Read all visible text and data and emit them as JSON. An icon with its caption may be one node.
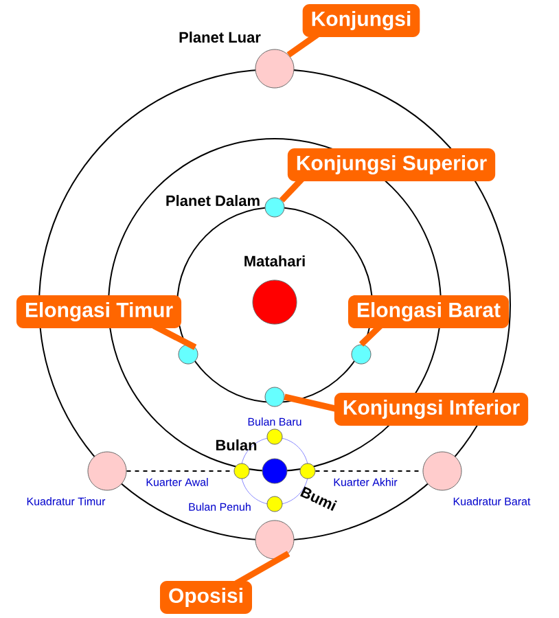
{
  "diagram": {
    "nodes": [
      {
        "text": [
          "Konjungsi"
        ]
      },
      {
        "text": [],
        "shape": "circle",
        "beside": [
          "Planet Luar"
        ]
      },
      {
        "text": [
          "Konjungsi Superior"
        ]
      },
      {
        "text": [],
        "shape": "circle",
        "beside": [
          "Planet Dalam"
        ]
      },
      {
        "text": [],
        "shape": "circle",
        "beside": [
          "Matahari"
        ]
      },
      {
        "text": [
          "Elongasi Timur"
        ]
      },
      {
        "text": [],
        "shape": "circle"
      },
      {
        "text": [
          "Elongasi Barat"
        ]
      },
      {
        "text": [],
        "shape": "circle"
      },
      {
        "text": [],
        "shape": "circle"
      },
      {
        "text": [
          "Konjungsi Inferior"
        ]
      },
      {
        "text": [],
        "shape": "circle",
        "beside": [
          "Bulan Baru"
        ]
      },
      {
        "text": [],
        "shape": "circle",
        "beside": [
          "Kuarter Awal"
        ]
      },
      {
        "text": [],
        "shape": "circle",
        "beside": [
          "Bumi"
        ]
      },
      {
        "text": [],
        "shape": "circle",
        "beside": [
          "Kuarter Akhir"
        ]
      },
      {
        "text": [],
        "shape": "circle",
        "beside": [
          "Kuadratur Timur"
        ]
      },
      {
        "text": [],
        "shape": "circle",
        "beside": [
          "Kuadratur Barat"
        ]
      },
      {
        "text": [],
        "shape": "circle",
        "beside": [
          "Bulan Penuh"
        ]
      },
      {
        "text": [],
        "shape": "circle"
      },
      {
        "text": [
          "Oposisi"
        ]
      }
    ],
    "edges": [
      {
        "from": 0,
        "to": 1,
        "arrow": "none"
      },
      {
        "from": 2,
        "to": 3,
        "arrow": "none"
      },
      {
        "from": 5,
        "to": 6,
        "arrow": "none"
      },
      {
        "from": 7,
        "to": 8,
        "arrow": "none"
      },
      {
        "from": 10,
        "to": 9,
        "arrow": "none"
      },
      {
        "from": 19,
        "to": 18,
        "arrow": "none"
      },
      {
        "from": 15,
        "to": 12,
        "arrow": "none",
        "style": "dashed",
        "color": "#000000"
      },
      {
        "from": 14,
        "to": 16,
        "arrow": "none",
        "style": "dashed",
        "color": "#000000"
      }
    ],
    "labels": [
      "Bulan"
    ]
  }
}
